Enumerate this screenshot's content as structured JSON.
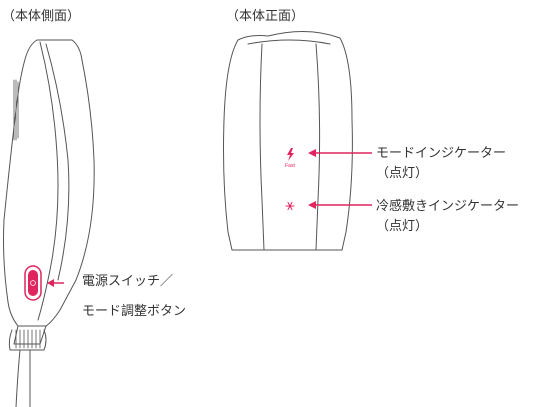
{
  "views": {
    "side_title": "（本体側面）",
    "front_title": "（本体正面）"
  },
  "callouts": {
    "power_line1": "電源スイッチ／",
    "power_line2": "モード調整ボタン",
    "mode_line1": "モードインジケーター",
    "mode_line2": "（点灯）",
    "cool_line1": "冷感敷きインジケーター",
    "cool_line2": "（点灯）"
  },
  "indicators": {
    "fast_label": "Fast"
  },
  "colors": {
    "accent": "#e0245e",
    "outline": "#555555",
    "text": "#333333"
  },
  "icons": {
    "mode": "lightning-icon",
    "cool": "snowflake-icon"
  }
}
